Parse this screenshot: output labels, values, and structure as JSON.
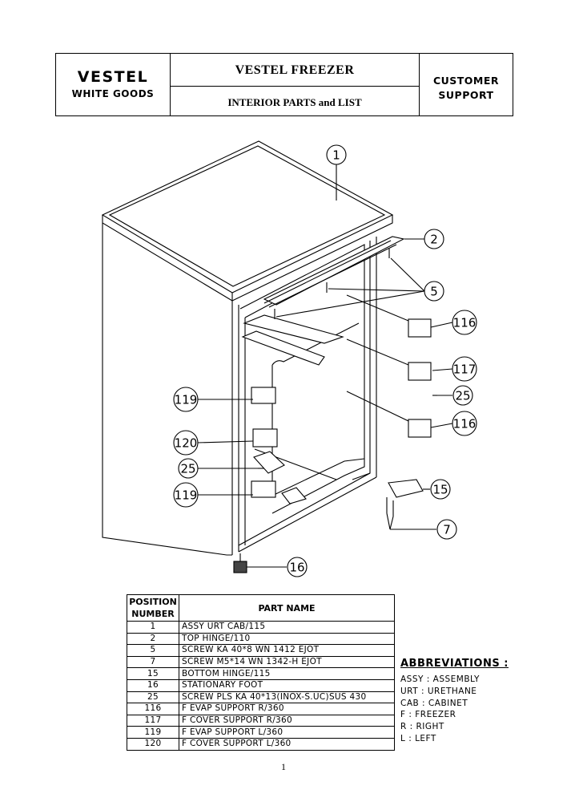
{
  "header": {
    "brand": "VESTEL",
    "brand_sub": "WHITE GOODS",
    "title": "VESTEL FREEZER",
    "subtitle": "INTERIOR PARTS and LIST",
    "support_line1": "CUSTOMER",
    "support_line2": "SUPPORT"
  },
  "callouts": [
    "1",
    "2",
    "5",
    "116",
    "117",
    "25",
    "116",
    "119",
    "120",
    "25",
    "119",
    "15",
    "7",
    "16"
  ],
  "parts_table": {
    "col_position_line1": "POSITION",
    "col_position_line2": "NUMBER",
    "col_part_name": "PART NAME",
    "rows": [
      {
        "pos": "1",
        "name": "ASSY URT CAB/115"
      },
      {
        "pos": "2",
        "name": "TOP HINGE/110"
      },
      {
        "pos": "5",
        "name": "SCREW KA 40*8 WN 1412 EJOT"
      },
      {
        "pos": "7",
        "name": "SCREW  M5*14 WN 1342-H EJOT"
      },
      {
        "pos": "15",
        "name": "BOTTOM HINGE/115"
      },
      {
        "pos": "16",
        "name": "STATIONARY FOOT"
      },
      {
        "pos": "25",
        "name": "SCREW PLS KA 40*13(INOX-S.UC)SUS 430"
      },
      {
        "pos": "116",
        "name": "F EVAP SUPPORT R/360"
      },
      {
        "pos": "117",
        "name": "F COVER SUPPORT R/360"
      },
      {
        "pos": "119",
        "name": "F EVAP SUPPORT L/360"
      },
      {
        "pos": "120",
        "name": "F COVER SUPPORT L/360"
      }
    ]
  },
  "abbreviations": {
    "title": "ABBREVIATIONS :",
    "items": [
      "ASSY : ASSEMBLY",
      "URT : URETHANE",
      "CAB : CABINET",
      "F : FREEZER",
      "R : RIGHT",
      "L : LEFT"
    ]
  },
  "page_number": "1"
}
